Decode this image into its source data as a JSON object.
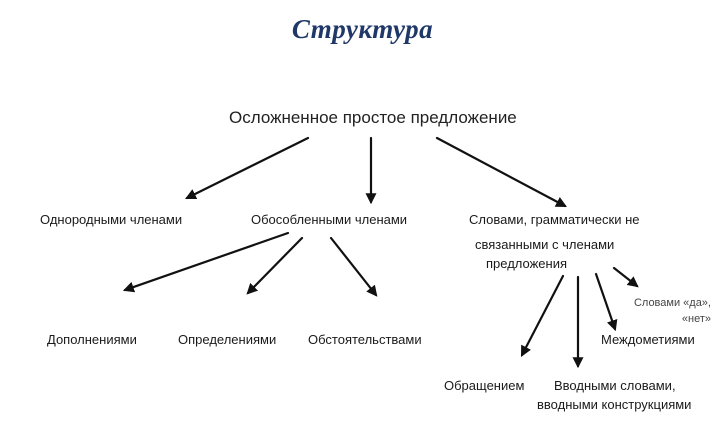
{
  "title": "Структура",
  "root": "Осложненное простое предложение",
  "level1": {
    "homogeneous": "Однородными членами",
    "isolated": "Обособленными членами",
    "unrelated": {
      "line1": "Словами, грамматически не",
      "line2": "связанными с членами",
      "line3": "предложения"
    }
  },
  "isolated_children": {
    "complements": "Дополнениями",
    "definitions": "Определениями",
    "circumstances": "Обстоятельствами"
  },
  "unrelated_children": {
    "address": "Обращением",
    "introductory": {
      "line1": "Вводными словами,",
      "line2": "вводными конструкциями"
    },
    "interjections": "Междометиями",
    "yes_no": {
      "line1": "Словами «да»,",
      "line2": "«нет»"
    }
  }
}
